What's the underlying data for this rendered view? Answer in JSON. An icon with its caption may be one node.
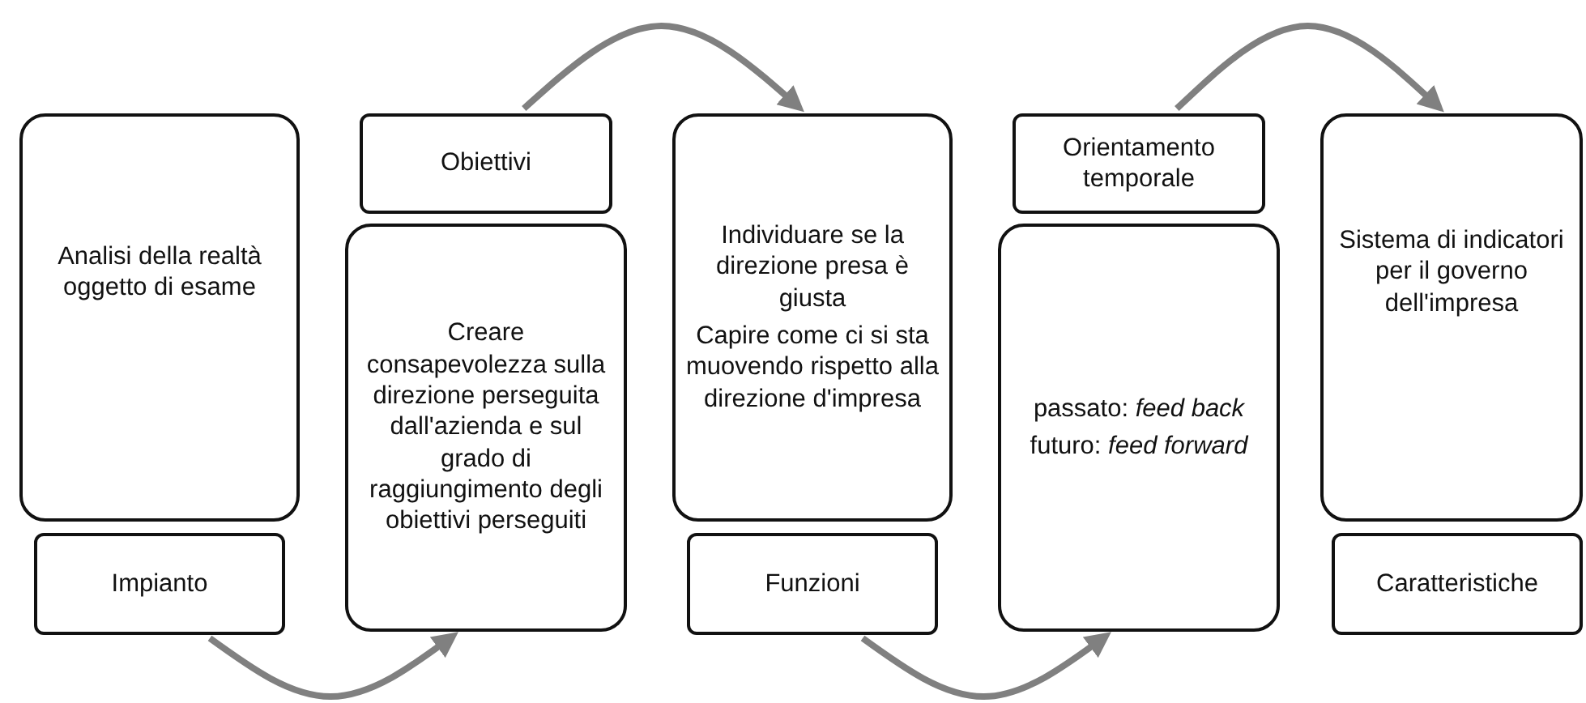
{
  "diagram": {
    "nodes": [
      {
        "text": [
          "Analisi della realtà oggetto di esame"
        ]
      },
      {
        "text": [
          "Impianto"
        ]
      },
      {
        "text": [
          "Obiettivi"
        ]
      },
      {
        "text": [
          "Creare consapevolezza sulla direzione perseguita dall'azienda e sul grado di raggiungimento degli obiettivi perseguiti"
        ]
      },
      {
        "text": [
          "Individuare se la direzione presa è giusta",
          "Capire come ci si sta muovendo rispetto alla direzione d'impresa"
        ]
      },
      {
        "text": [
          "Funzioni"
        ]
      },
      {
        "text": [
          "Orientamento temporale"
        ]
      },
      {
        "text": [
          "passato: *feed back*",
          "futuro: *feed forward*"
        ]
      },
      {
        "text": [
          "Sistema di indicatori per il governo dell'impresa"
        ]
      },
      {
        "text": [
          "Caratteristiche"
        ]
      }
    ],
    "edges": [
      {
        "from": 1,
        "to": 3,
        "arrow": "to"
      },
      {
        "from": 2,
        "to": 4,
        "arrow": "to"
      },
      {
        "from": 5,
        "to": 7,
        "arrow": "to"
      },
      {
        "from": 6,
        "to": 8,
        "arrow": "to"
      }
    ]
  }
}
